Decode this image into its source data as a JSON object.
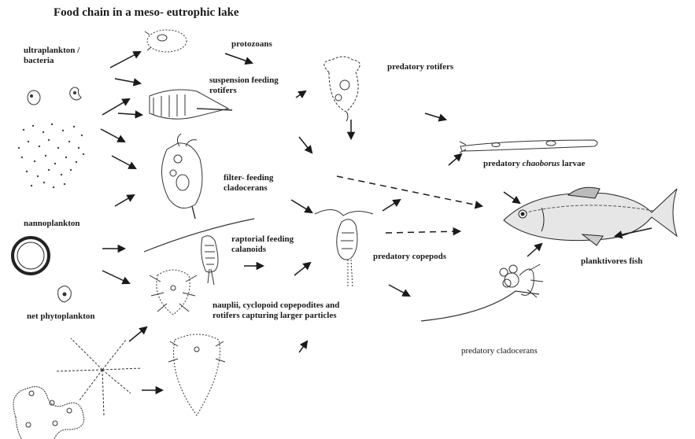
{
  "title": "Food chain in a meso- eutrophic lake",
  "labels": {
    "ultraplankton_1": "ultraplankton  /",
    "ultraplankton_2": "bacteria",
    "protozoans": "protozoans",
    "predatory_rotifers": "predatory rotifers",
    "suspension_1": "suspension feeding",
    "suspension_2": "rotifers",
    "filter_1": "filter- feeding",
    "filter_2": "cladocerans",
    "chaoborus_pre": "predatory ",
    "chaoborus_italic": "chaoborus",
    "chaoborus_post": " larvae",
    "nannoplankton": "nannoplankton",
    "raptorial_1": "raptorial feeding",
    "raptorial_2": "calanoids",
    "predatory_copepods": "predatory copepods",
    "planktivores_fish": "planktivores fish",
    "net_phytoplankton": "net phytoplankton",
    "nauplii_1": "nauplii, cyclopoid copepodites and",
    "nauplii_2": "rotifers capturing larger particles",
    "predatory_cladocerans": "predatory cladocerans"
  },
  "colors": {
    "ink": "#1a1a1a",
    "background": "#ffffff"
  }
}
